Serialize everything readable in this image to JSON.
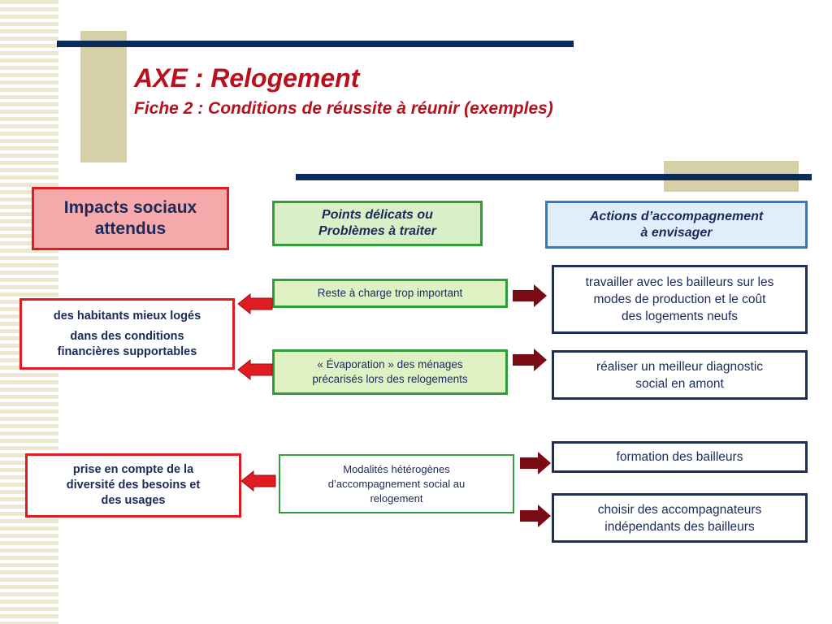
{
  "header": {
    "title": "AXE : Relogement",
    "subtitle": "Fiche 2 : Conditions de réussite à réunir (exemples)"
  },
  "columns": {
    "impacts": [
      "Impacts sociaux",
      "attendus"
    ],
    "points": [
      "Points  délicats  ou",
      "Problèmes à traiter"
    ],
    "actions": [
      "Actions d’accompagnement",
      "à envisager"
    ]
  },
  "impacts": [
    [
      "des habitants mieux logés",
      "dans des conditions",
      "financières supportables"
    ],
    [
      "prise en compte de la",
      "diversité des besoins et",
      "des usages"
    ]
  ],
  "points": [
    [
      "Reste à charge trop important"
    ],
    [
      "« Évaporation » des ménages",
      "précarisés lors des relogements"
    ],
    [
      "Modalités hétérogènes",
      "d’accompagnement social au",
      "relogement"
    ]
  ],
  "actions": [
    [
      "travailler avec les bailleurs sur les",
      "modes de production et le  coût",
      "des logements neufs"
    ],
    [
      "réaliser un meilleur diagnostic",
      "social en amont"
    ],
    [
      "formation des bailleurs"
    ],
    [
      "choisir des accompagnateurs",
      "indépendants des bailleurs"
    ]
  ],
  "colors": {
    "title": "#b8111e",
    "navy": "#0b2a5a",
    "red": "#e01b22",
    "green": "#2e9e3a",
    "blue": "#2c7fc4",
    "arrow_red": "#e01b22",
    "arrow_dark": "#7a0a14"
  }
}
